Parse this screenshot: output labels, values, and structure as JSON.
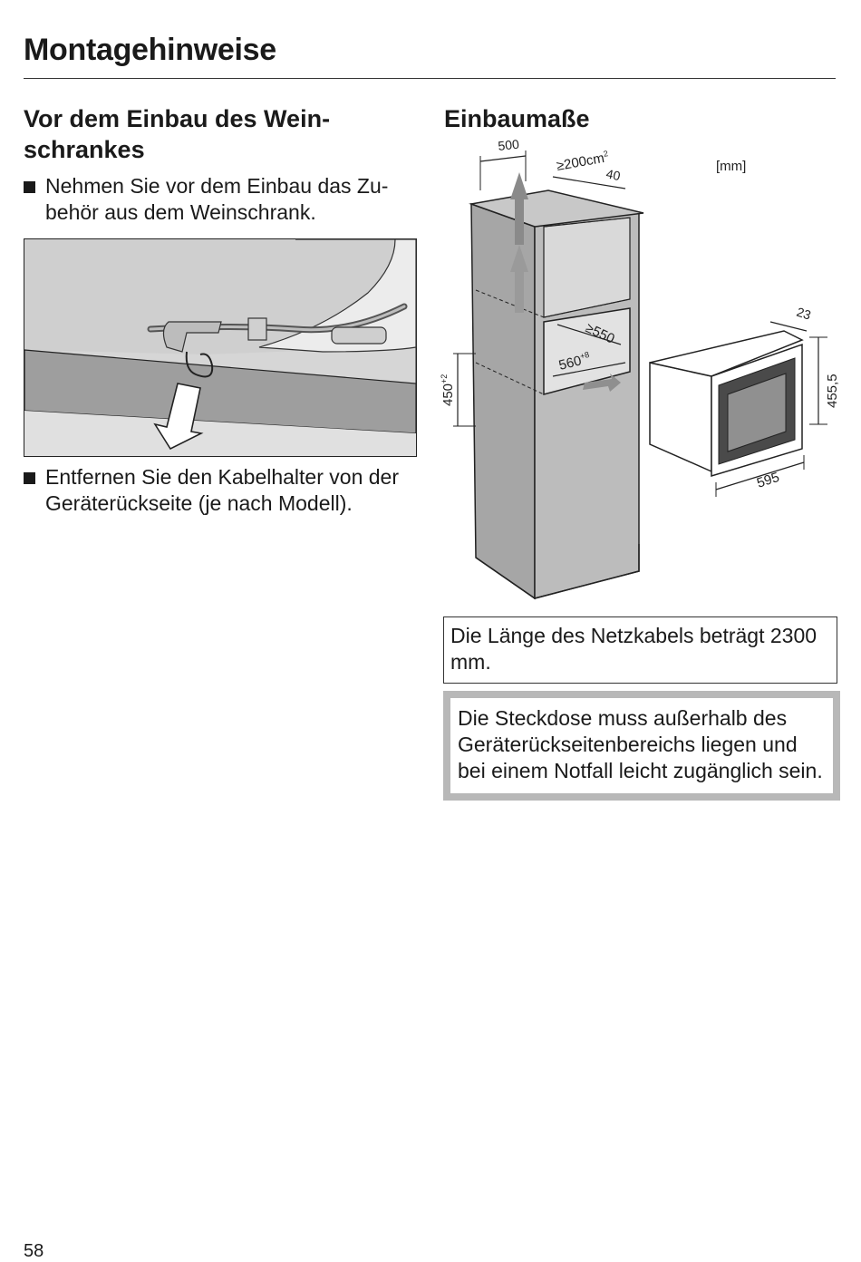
{
  "header": {
    "title": "Montagehinweise"
  },
  "left": {
    "heading": "Vor dem Einbau des Wein-schrankes",
    "bullets": [
      "Nehmen Sie vor dem Einbau das Zu-behör aus dem Weinschrank.",
      "Entfernen Sie den Kabelhalter von der Geräterückseite (je nach Modell)."
    ]
  },
  "right": {
    "heading": "Einbaumaße",
    "diagram": {
      "unit": "[mm]",
      "dim_top_width": "500",
      "dim_vent": "≥200cm",
      "dim_vent_exp": "2",
      "dim_top_depth": "40",
      "dim_niche_depth": "≥550",
      "dim_niche_width": "560",
      "dim_niche_width_tol": "+8",
      "dim_niche_height": "450",
      "dim_niche_height_tol": "+2",
      "dim_device_front": "23",
      "dim_device_height": "455,5",
      "dim_device_width": "595"
    },
    "note": "Die Länge des Netzkabels beträgt 2300 mm.",
    "warning": "Die Steckdose muss außerhalb des Geräterückseitenbereichs liegen und bei einem Notfall leicht zugänglich sein."
  },
  "footer": {
    "page_number": "58"
  },
  "colors": {
    "text": "#1a1a1a",
    "warning_border": "#b8b8b8",
    "illustration_gray": "#a6a6a6"
  }
}
